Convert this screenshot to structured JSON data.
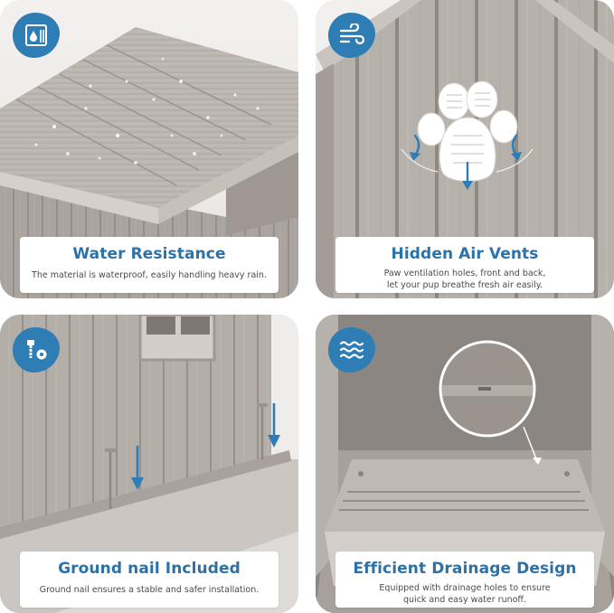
{
  "colors": {
    "accent": "#2e7db5",
    "title": "#2b72a8",
    "wood": "#b6b0ac",
    "wood_dark": "#8e8782",
    "background": "#ffffff"
  },
  "panels": [
    {
      "icon": "water-drop-icon",
      "title": "Water Resistance",
      "desc_lines": [
        "The material is waterproof, easily handling heavy rain."
      ]
    },
    {
      "icon": "wind-icon",
      "title": "Hidden Air Vents",
      "desc_lines": [
        "Paw ventilation holes, front and back,",
        "let your pup breathe fresh air easily."
      ]
    },
    {
      "icon": "screw-nail-icon",
      "title": "Ground nail Included",
      "desc_lines": [
        "Ground nail ensures a stable and safer installation."
      ]
    },
    {
      "icon": "waves-icon",
      "title": "Efficient Drainage Design",
      "desc_lines": [
        "Equipped with drainage holes to ensure",
        "quick and easy water runoff."
      ]
    }
  ]
}
